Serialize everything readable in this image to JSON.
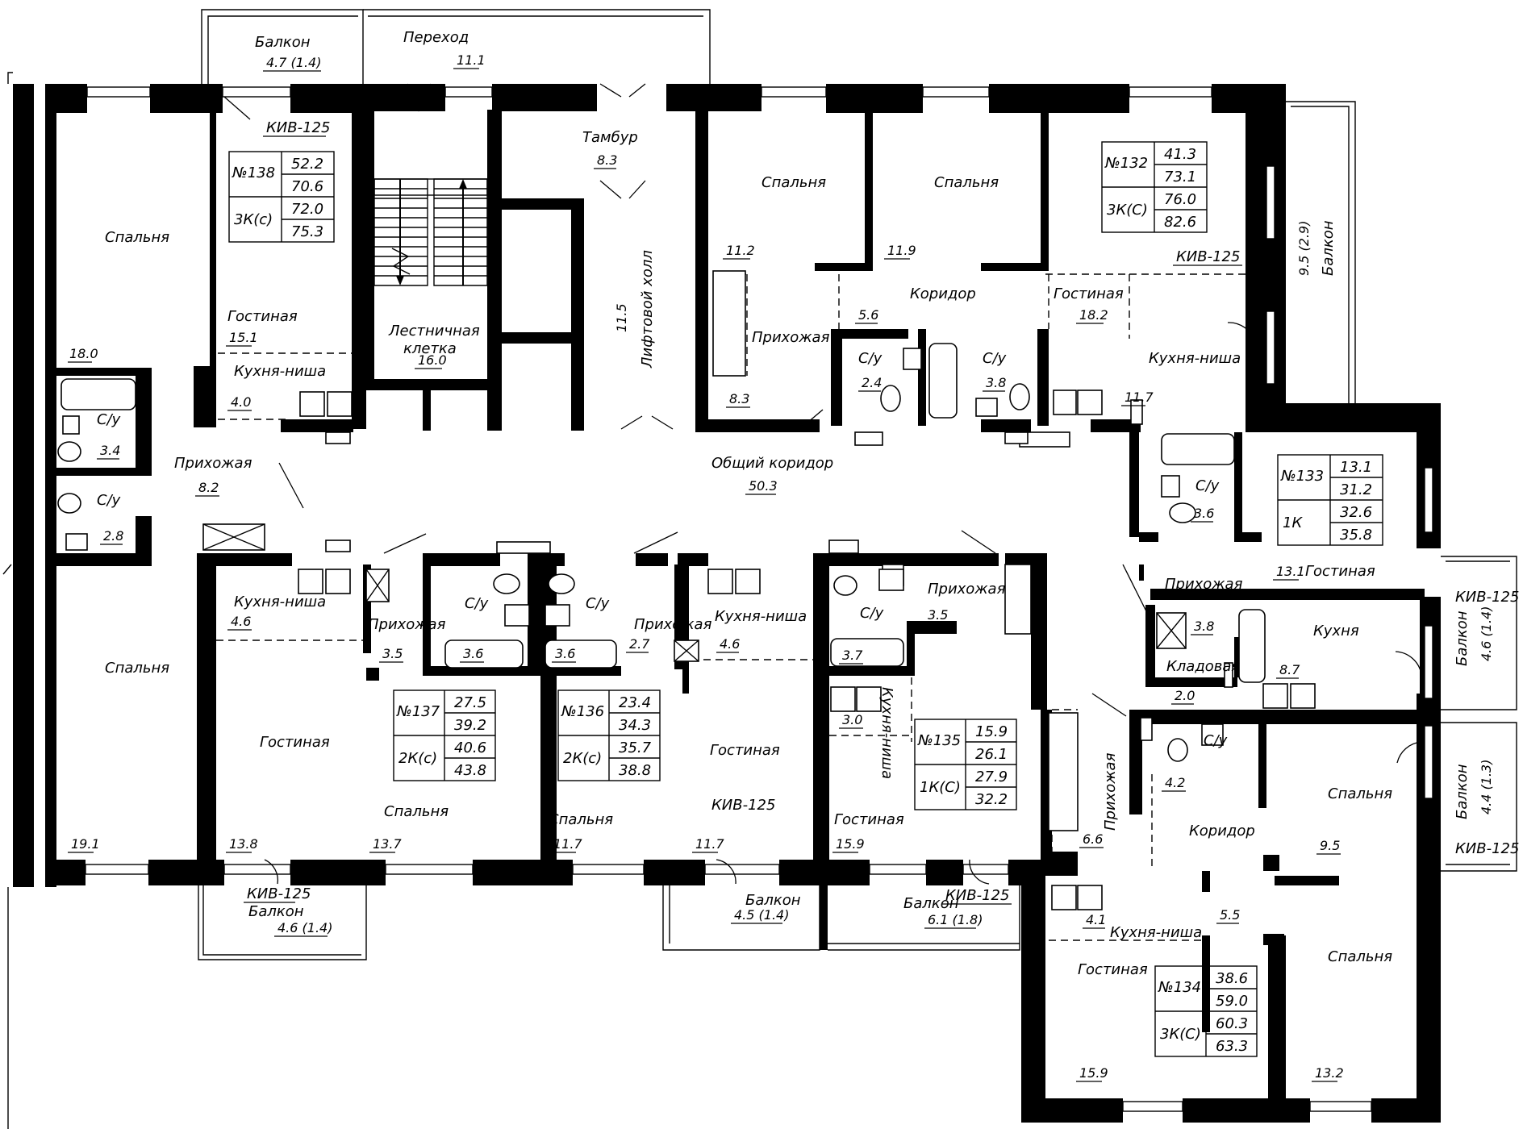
{
  "plan": {
    "areas": [
      {
        "name": "Балкон",
        "value": "4.7 (1.4)"
      },
      {
        "name": "Переход",
        "value": "11.1"
      },
      {
        "name": "Тамбур",
        "value": "8.3"
      },
      {
        "name": "Лестничная клетка",
        "value": "16.0"
      },
      {
        "name": "Лифтовой холл",
        "value": "11.5"
      },
      {
        "name": "Общий коридор",
        "value": "50.3"
      },
      {
        "name": "Балкон",
        "value": "9.5 (2.9)"
      },
      {
        "name": "Балкон",
        "value": "4.6 (1.4)"
      },
      {
        "name": "Балкон",
        "value": "4.4 (1.3)"
      },
      {
        "name": "Балкон",
        "value": "4.6 (1.4)"
      },
      {
        "name": "Балкон",
        "value": "4.5 (1.4)"
      },
      {
        "name": "Балкон",
        "value": "6.1 (1.8)"
      }
    ],
    "vent_label": "КИВ-125",
    "apartments": [
      {
        "id": "№138",
        "type": "3К(с)",
        "areas": [
          "52.2",
          "70.6",
          "72.0",
          "75.3"
        ],
        "rooms": [
          [
            "Спальня",
            "18.0"
          ],
          [
            "Гостиная",
            "15.1"
          ],
          [
            "Кухня-ниша",
            "4.0"
          ],
          [
            "С/у",
            "3.4"
          ],
          [
            "С/у",
            "2.8"
          ],
          [
            "Прихожая",
            "8.2"
          ],
          [
            "Спальня",
            "19.1"
          ]
        ]
      },
      {
        "id": "№132",
        "type": "3К(С)",
        "areas": [
          "41.3",
          "73.1",
          "76.0",
          "82.6"
        ],
        "rooms": [
          [
            "Спальня",
            "11.2"
          ],
          [
            "Спальня",
            "11.9"
          ],
          [
            "Коридор",
            "5.6"
          ],
          [
            "Прихожая",
            "8.3"
          ],
          [
            "С/у",
            "2.4"
          ],
          [
            "С/у",
            "3.8"
          ],
          [
            "Гостиная",
            "18.2"
          ],
          [
            "Кухня-ниша",
            "11.7"
          ]
        ]
      },
      {
        "id": "№133",
        "type": "1К",
        "areas": [
          "13.1",
          "31.2",
          "32.6",
          "35.8"
        ],
        "rooms": [
          [
            "С/у",
            "3.6"
          ],
          [
            "Гостиная",
            "13.1"
          ],
          [
            "Прихожая",
            "3.8"
          ],
          [
            "Кладовая",
            "2.0"
          ],
          [
            "Кухня",
            "8.7"
          ]
        ]
      },
      {
        "id": "№137",
        "type": "2К(с)",
        "areas": [
          "27.5",
          "39.2",
          "40.6",
          "43.8"
        ],
        "rooms": [
          [
            "Кухня-ниша",
            "4.6"
          ],
          [
            "Прихожая",
            "3.5"
          ],
          [
            "С/у",
            "3.6"
          ],
          [
            "Гостиная",
            "13.8"
          ],
          [
            "Спальня",
            "13.7"
          ]
        ]
      },
      {
        "id": "№136",
        "type": "2К(с)",
        "areas": [
          "23.4",
          "34.3",
          "35.7",
          "38.8"
        ],
        "rooms": [
          [
            "С/у",
            "3.6"
          ],
          [
            "Прихожая",
            "2.7"
          ],
          [
            "Спальня",
            "11.7"
          ],
          [
            "Кухня-ниша",
            "4.6"
          ],
          [
            "Гостиная",
            "11.7"
          ]
        ]
      },
      {
        "id": "№135",
        "type": "1К(С)",
        "areas": [
          "15.9",
          "26.1",
          "27.9",
          "32.2"
        ],
        "rooms": [
          [
            "С/у",
            "3.7"
          ],
          [
            "Прихожая",
            "3.5"
          ],
          [
            "Кухня-ниша",
            "3.0"
          ],
          [
            "Гостиная",
            "15.9"
          ]
        ]
      },
      {
        "id": "№134",
        "type": "3К(С)",
        "areas": [
          "38.6",
          "59.0",
          "60.3",
          "63.3"
        ],
        "rooms": [
          [
            "С/у",
            "4.2"
          ],
          [
            "Спальня",
            "9.5"
          ],
          [
            "Коридор",
            "5.5"
          ],
          [
            "Прихожая",
            "6.6"
          ],
          [
            "Кухня-ниша",
            "4.1"
          ],
          [
            "Гостиная",
            "15.9"
          ],
          [
            "Спальня",
            "13.2"
          ]
        ]
      }
    ]
  }
}
